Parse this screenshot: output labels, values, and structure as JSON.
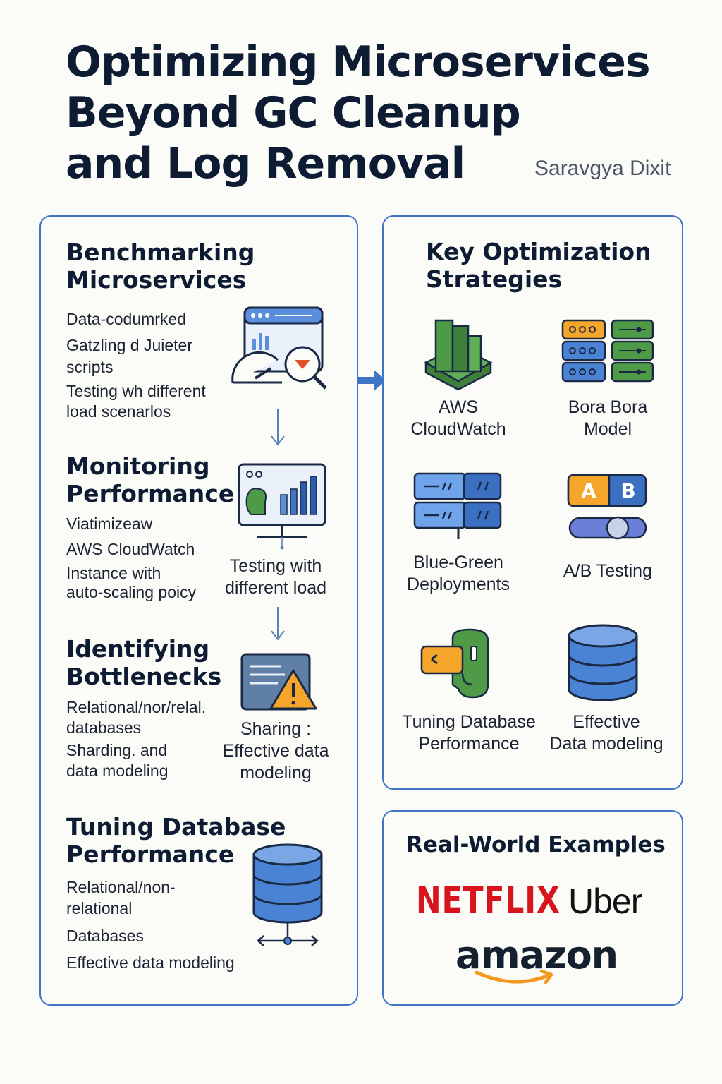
{
  "header": {
    "title_lines": [
      "Optimizing Microservices",
      "Beyond GC Cleanup",
      "and Log Removal"
    ],
    "author": "Saravgya Dixit"
  },
  "left_panel": {
    "sections": [
      {
        "title_lines": [
          "Benchmarking",
          "Microservices"
        ],
        "items": [
          "Data-codumrked",
          "Gatzling d Juieter",
          "scripts",
          "Testing wh different",
          "load scenarlos"
        ]
      },
      {
        "title_lines": [
          "Monitoring",
          "Performance"
        ],
        "items": [
          "Viatimizeaw",
          "AWS CloudWatch",
          "Instance with",
          "auto-scaling poicy"
        ],
        "icon_caption_lines": [
          "Testing with",
          "different load"
        ]
      },
      {
        "title_lines": [
          "Identifying",
          "Bottlenecks"
        ],
        "items": [
          "Relational/nor/relal.",
          "databases",
          "Sharding. and",
          "data modeling"
        ],
        "icon_caption_lines": [
          "Sharing :",
          "Effective data",
          "modeling"
        ]
      },
      {
        "title_lines": [
          "Tuning Database",
          "Performance"
        ],
        "items": [
          "Relational/non-",
          "relational",
          "Databases",
          "Effective data modeling"
        ]
      }
    ]
  },
  "strategies_panel": {
    "title_lines": [
      "Key Optimization",
      "Strategies"
    ],
    "items": [
      {
        "icon": "aws-cloud-icon",
        "label_lines": [
          "AWS",
          "CloudWatch"
        ]
      },
      {
        "icon": "server-rack-icon",
        "label_lines": [
          "Bora Bora",
          "Model"
        ]
      },
      {
        "icon": "blue-green-servers-icon",
        "label_lines": [
          "Blue-Green",
          "Deployments"
        ]
      },
      {
        "icon": "ab-toggle-icon",
        "label_lines": [
          "A/B Testing"
        ],
        "icon_letters": [
          "A",
          "B"
        ]
      },
      {
        "icon": "db-plug-icon",
        "label_lines": [
          "Tuning Database",
          "Performance"
        ]
      },
      {
        "icon": "database-icon",
        "label_lines": [
          "Effective",
          "Data modeling"
        ]
      }
    ]
  },
  "examples_panel": {
    "title": "Real-World Examples",
    "logos": [
      "NETFLIX",
      "Uber",
      "amazon"
    ]
  },
  "colors": {
    "accent": "#3f74c6",
    "title": "#0d1b33",
    "netflix_red": "#d8141c",
    "amazon_orange": "#f39a1e",
    "aws_green": "#4e9a47",
    "warning_orange": "#f4a52a"
  }
}
